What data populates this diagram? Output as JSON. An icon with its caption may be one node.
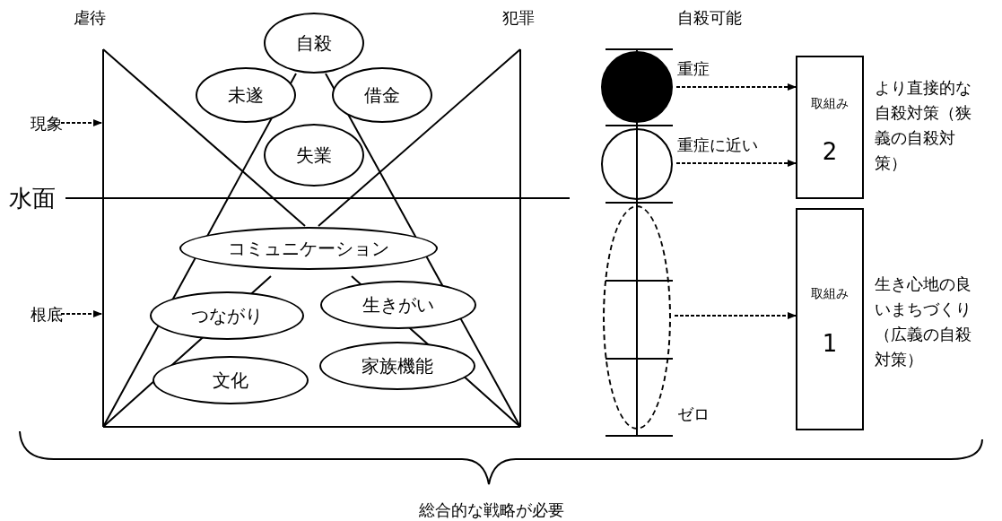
{
  "diagram": {
    "nodes": [
      {
        "text": [
          "現象"
        ]
      },
      {
        "text": [
          "根底"
        ]
      },
      {
        "text": [
          "自殺"
        ]
      },
      {
        "text": [
          "未遂"
        ]
      },
      {
        "text": [
          "借金"
        ]
      },
      {
        "text": [
          "失業"
        ]
      },
      {
        "text": [
          "コミュニケーション"
        ]
      },
      {
        "text": [
          "つながり"
        ]
      },
      {
        "text": [
          "生きがい"
        ]
      },
      {
        "text": [
          "文化"
        ]
      },
      {
        "text": [
          "家族機能"
        ]
      },
      {
        "text": [],
        "shape": "circle",
        "beside": [
          "重症"
        ]
      },
      {
        "text": [],
        "shape": "circle",
        "beside": [
          "重症に近い"
        ]
      },
      {
        "text": [],
        "shape": "ellipse",
        "beside": [
          "ゼロ"
        ]
      },
      {
        "text": [
          "取組み",
          "2"
        ],
        "beside": [
          "より直接的な自殺対策（狭義の自殺対策）"
        ]
      },
      {
        "text": [
          "取組み",
          "1"
        ],
        "beside": [
          "生き心地の良いまちづくり（広義の自殺対策）"
        ]
      }
    ],
    "edges": [
      {
        "from": 0,
        "to": null,
        "arrow": "to",
        "style": "dashed"
      },
      {
        "from": 1,
        "to": null,
        "arrow": "to",
        "style": "dashed"
      },
      {
        "from": 11,
        "to": 14,
        "arrow": "to",
        "style": "dashed"
      },
      {
        "from": 12,
        "to": 14,
        "arrow": "to",
        "style": "dashed"
      },
      {
        "from": 13,
        "to": 15,
        "arrow": "to",
        "style": "dashed"
      }
    ],
    "labels": [
      "虐待",
      "犯罪",
      "自殺可能",
      "水面",
      "総合的な戦略が必要"
    ]
  }
}
